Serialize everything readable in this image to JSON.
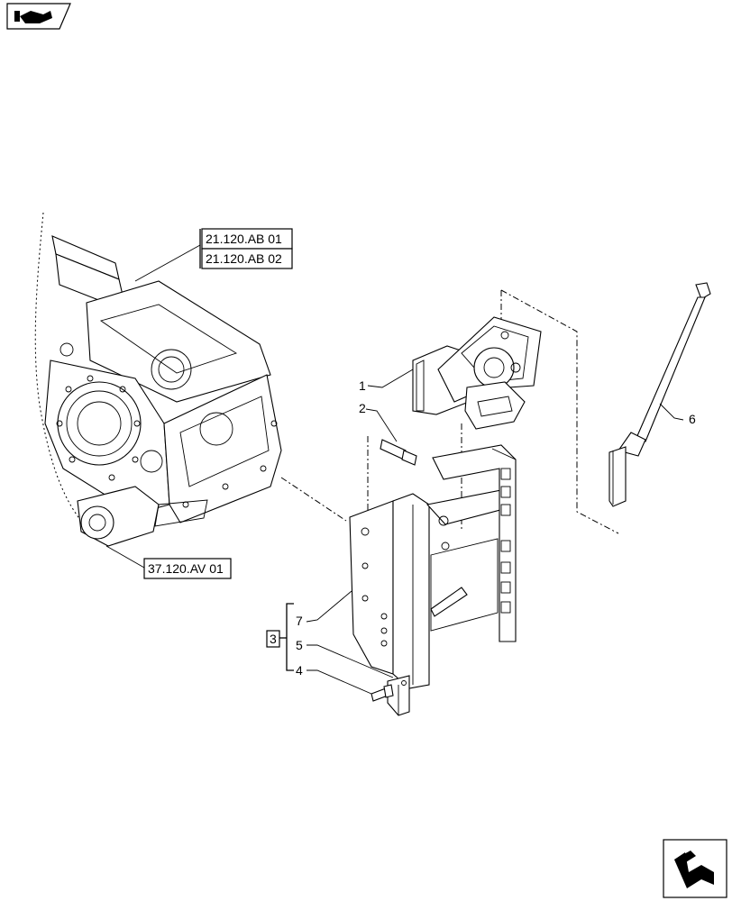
{
  "references": {
    "gearbox_a": "21.120.AB 01",
    "gearbox_b": "21.120.AB 02",
    "axle": "37.120.AV 01"
  },
  "callouts": {
    "item_1": "1",
    "item_2": "2",
    "item_3": "3",
    "item_4": "4",
    "item_5": "5",
    "item_6": "6",
    "item_7": "7"
  },
  "icons": {
    "top_left": "previous-page-icon",
    "bottom_right": "next-page-icon"
  }
}
